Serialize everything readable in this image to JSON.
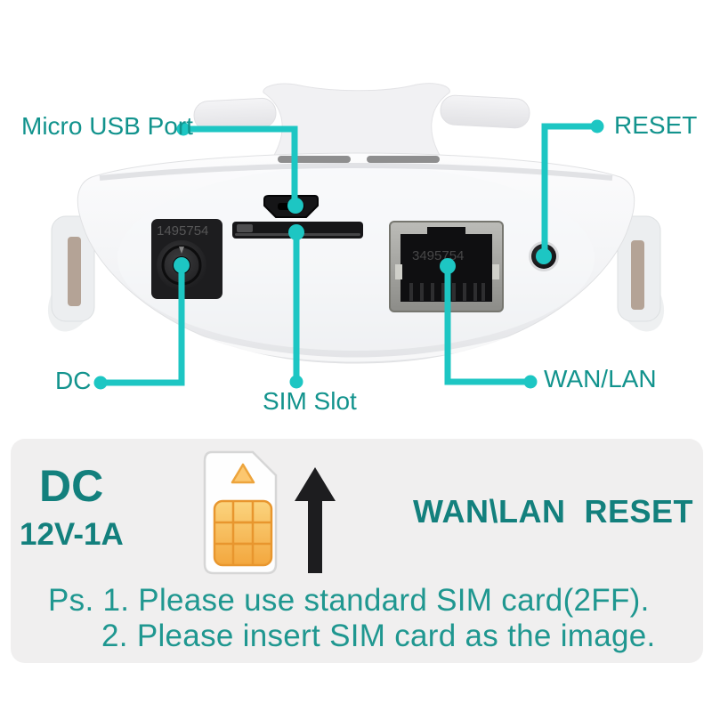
{
  "callouts": {
    "micro_usb": "Micro USB Port",
    "reset": "RESET",
    "dc": "DC",
    "sim_slot": "SIM Slot",
    "wan_lan": "WAN/LAN"
  },
  "device": {
    "dc_watermark": "1495754",
    "lan_watermark": "3495754"
  },
  "panel": {
    "dc_title": "DC",
    "dc_spec": "12V-1A",
    "ports_title": "WAN\\LAN  RESET",
    "note_line1": "Ps. 1. Please use standard SIM card(2FF).",
    "note_line2": "2. Please insert SIM card as the image."
  },
  "colors": {
    "accent_line": "#1dc6c3",
    "label_text": "#12938d",
    "panel_bold_text": "#13807d",
    "note_text": "#1f9790",
    "panel_bg": "#f0efef",
    "sim_gold": "#f3a73e",
    "arrow_black": "#1d1d1f"
  }
}
